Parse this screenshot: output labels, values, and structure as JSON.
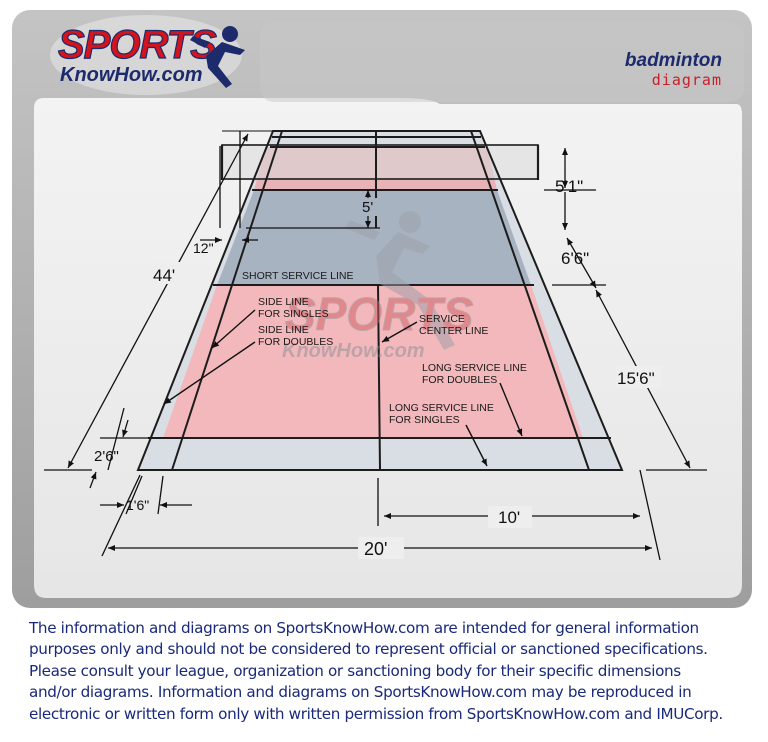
{
  "brand": {
    "logo_top": "SPORTS",
    "logo_bottom": "KnowHow.com",
    "watermark_top": "SPORTS",
    "watermark_bottom": "KnowHow.com"
  },
  "header": {
    "sport": "badminton",
    "kind": "diagram"
  },
  "court_labels": {
    "short_service_line": "SHORT SERVICE LINE",
    "side_line_singles": [
      "SIDE LINE",
      "FOR SINGLES"
    ],
    "side_line_doubles": [
      "SIDE LINE",
      "FOR DOUBLES"
    ],
    "service_center_line": [
      "SERVICE",
      "CENTER LINE"
    ],
    "long_service_doubles": [
      "LONG SERVICE LINE",
      "FOR DOUBLES"
    ],
    "long_service_singles": [
      "LONG SERVICE LINE",
      "FOR SINGLES"
    ]
  },
  "dimensions": {
    "length": "44'",
    "net_offset": "5'",
    "side_alley": "12\"",
    "net_height": "5'1\"",
    "short_service": "6'6\"",
    "service_depth": "15'6\"",
    "back_alley": "2'6\"",
    "side_strip": "1'6\"",
    "half_width": "10'",
    "full_width": "20'"
  },
  "disclaimer": [
    "The information and diagrams on SportsKnowHow.com are intended for general information",
    "purposes only and should not be considered to represent official or sanctioned specifications.",
    "Please consult your league, organization or sanctioning body for their specific dimensions",
    "and/or diagrams. Information and diagrams on SportsKnowHow.com may be reproduced in",
    "electronic or written form only with written permission from SportsKnowHow.com and IMUCorp."
  ],
  "colors": {
    "frame": "#a9a9a9",
    "panel": "#eeeeee",
    "court_outer": "#d9dee4",
    "court_far_service": "#e7b3b6",
    "court_near_service": "#f2b8bb",
    "court_mid": "#a8b3c2",
    "logo_red": "#d4141c",
    "logo_navy": "#1d2a6b",
    "disclaimer_text": "#1a2a7a"
  }
}
